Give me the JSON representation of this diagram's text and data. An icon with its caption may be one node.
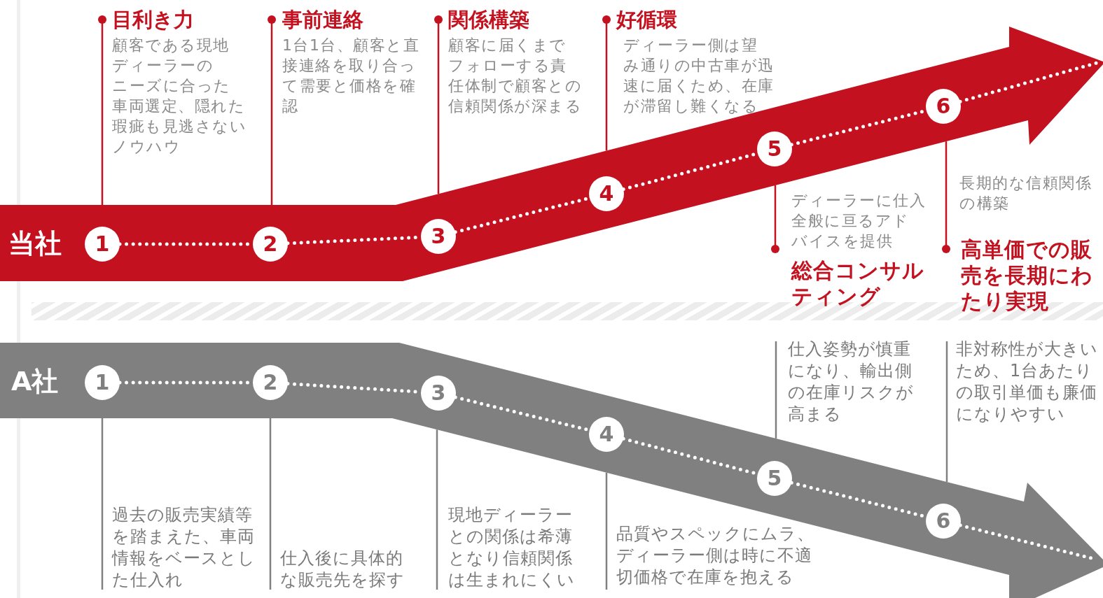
{
  "diagram": {
    "nodes": [
      {
        "text": [
          "当社"
        ]
      },
      {
        "text": [
          "1"
        ],
        "in": 0
      },
      {
        "text": [
          "2"
        ],
        "in": 0
      },
      {
        "text": [
          "3"
        ],
        "in": 0
      },
      {
        "text": [
          "4"
        ],
        "in": 0
      },
      {
        "text": [
          "5"
        ],
        "in": 0
      },
      {
        "text": [
          "6"
        ],
        "in": 0
      },
      {
        "text": [
          "目利き力",
          "顧客である現地ディーラーのニーズに合った車両選定、隠れた瑕疵も見逃さないノウハウ"
        ]
      },
      {
        "text": [
          "事前連絡",
          "1台1台、顧客と直接連絡を取り合って需要と価格を確認"
        ]
      },
      {
        "text": [
          "関係構築",
          "顧客に届くまでフォローする責任体制で顧客との信頼関係が深まる"
        ]
      },
      {
        "text": [
          "好循環",
          "ディーラー側は望み通りの中古車が迅速に届くため、在庫が滞留し難くなる"
        ]
      },
      {
        "text": [
          "ディーラーに仕入全般に亘るアドバイスを提供",
          "総合コンサルティング"
        ]
      },
      {
        "text": [
          "長期的な信頼関係の構築",
          "高単価での販売を長期にわたり実現"
        ]
      },
      {
        "text": [
          "A社"
        ]
      },
      {
        "text": [
          "1"
        ],
        "in": 13
      },
      {
        "text": [
          "2"
        ],
        "in": 13
      },
      {
        "text": [
          "3"
        ],
        "in": 13
      },
      {
        "text": [
          "4"
        ],
        "in": 13
      },
      {
        "text": [
          "5"
        ],
        "in": 13
      },
      {
        "text": [
          "6"
        ],
        "in": 13
      },
      {
        "text": [
          "過去の販売実績等を踏まえた、車両情報をベースとした仕入れ"
        ]
      },
      {
        "text": [
          "仕入後に具体的な販売先を探す"
        ]
      },
      {
        "text": [
          "現地ディーラーとの関係は希薄となり信頼関係は生まれにくい"
        ]
      },
      {
        "text": [
          "品質やスペックにムラ、ディーラー側は時に不適切価格で在庫を抱える"
        ]
      },
      {
        "text": [
          "仕入姿勢が慎重になり、輸出側の在庫リスクが高まる"
        ]
      },
      {
        "text": [
          "非対称性が大きいため、1台あたりの取引単価も廉価になりやすい"
        ]
      }
    ],
    "edges": [
      {
        "from": 1,
        "to": 2,
        "arrow": "none",
        "style": "dashed",
        "color": "#ffffff"
      },
      {
        "from": 2,
        "to": 3,
        "arrow": "none",
        "style": "dashed",
        "color": "#ffffff"
      },
      {
        "from": 3,
        "to": 4,
        "arrow": "none",
        "style": "dashed",
        "color": "#ffffff"
      },
      {
        "from": 4,
        "to": 5,
        "arrow": "none",
        "style": "dashed",
        "color": "#ffffff"
      },
      {
        "from": 5,
        "to": 6,
        "arrow": "none",
        "style": "dashed",
        "color": "#ffffff"
      },
      {
        "from": 6,
        "to": null,
        "arrow": "none",
        "style": "dashed",
        "color": "#ffffff"
      },
      {
        "from": 7,
        "to": 0,
        "arrow": "other",
        "color": "#c3111f"
      },
      {
        "from": 8,
        "to": 0,
        "arrow": "other",
        "color": "#c3111f"
      },
      {
        "from": 9,
        "to": 0,
        "arrow": "other",
        "color": "#c3111f"
      },
      {
        "from": 10,
        "to": 0,
        "arrow": "other",
        "color": "#c3111f"
      },
      {
        "from": 11,
        "to": 0,
        "arrow": "other",
        "color": "#c3111f"
      },
      {
        "from": 12,
        "to": 0,
        "arrow": "other",
        "color": "#c3111f"
      },
      {
        "from": 14,
        "to": 15,
        "arrow": "none",
        "style": "dashed",
        "color": "#ffffff"
      },
      {
        "from": 15,
        "to": 16,
        "arrow": "none",
        "style": "dashed",
        "color": "#ffffff"
      },
      {
        "from": 16,
        "to": 17,
        "arrow": "none",
        "style": "dashed",
        "color": "#ffffff"
      },
      {
        "from": 17,
        "to": 18,
        "arrow": "none",
        "style": "dashed",
        "color": "#ffffff"
      },
      {
        "from": 18,
        "to": 19,
        "arrow": "none",
        "style": "dashed",
        "color": "#ffffff"
      },
      {
        "from": 19,
        "to": null,
        "arrow": "none",
        "style": "dashed",
        "color": "#ffffff"
      },
      {
        "from": 20,
        "to": 13,
        "arrow": "none",
        "color": "#808080"
      },
      {
        "from": 21,
        "to": 13,
        "arrow": "none",
        "color": "#808080"
      },
      {
        "from": 22,
        "to": 13,
        "arrow": "none",
        "color": "#808080"
      },
      {
        "from": 23,
        "to": 13,
        "arrow": "none",
        "color": "#808080"
      },
      {
        "from": 24,
        "to": 13,
        "arrow": "none",
        "color": "#808080"
      },
      {
        "from": 25,
        "to": 13,
        "arrow": "none",
        "color": "#808080"
      }
    ]
  }
}
